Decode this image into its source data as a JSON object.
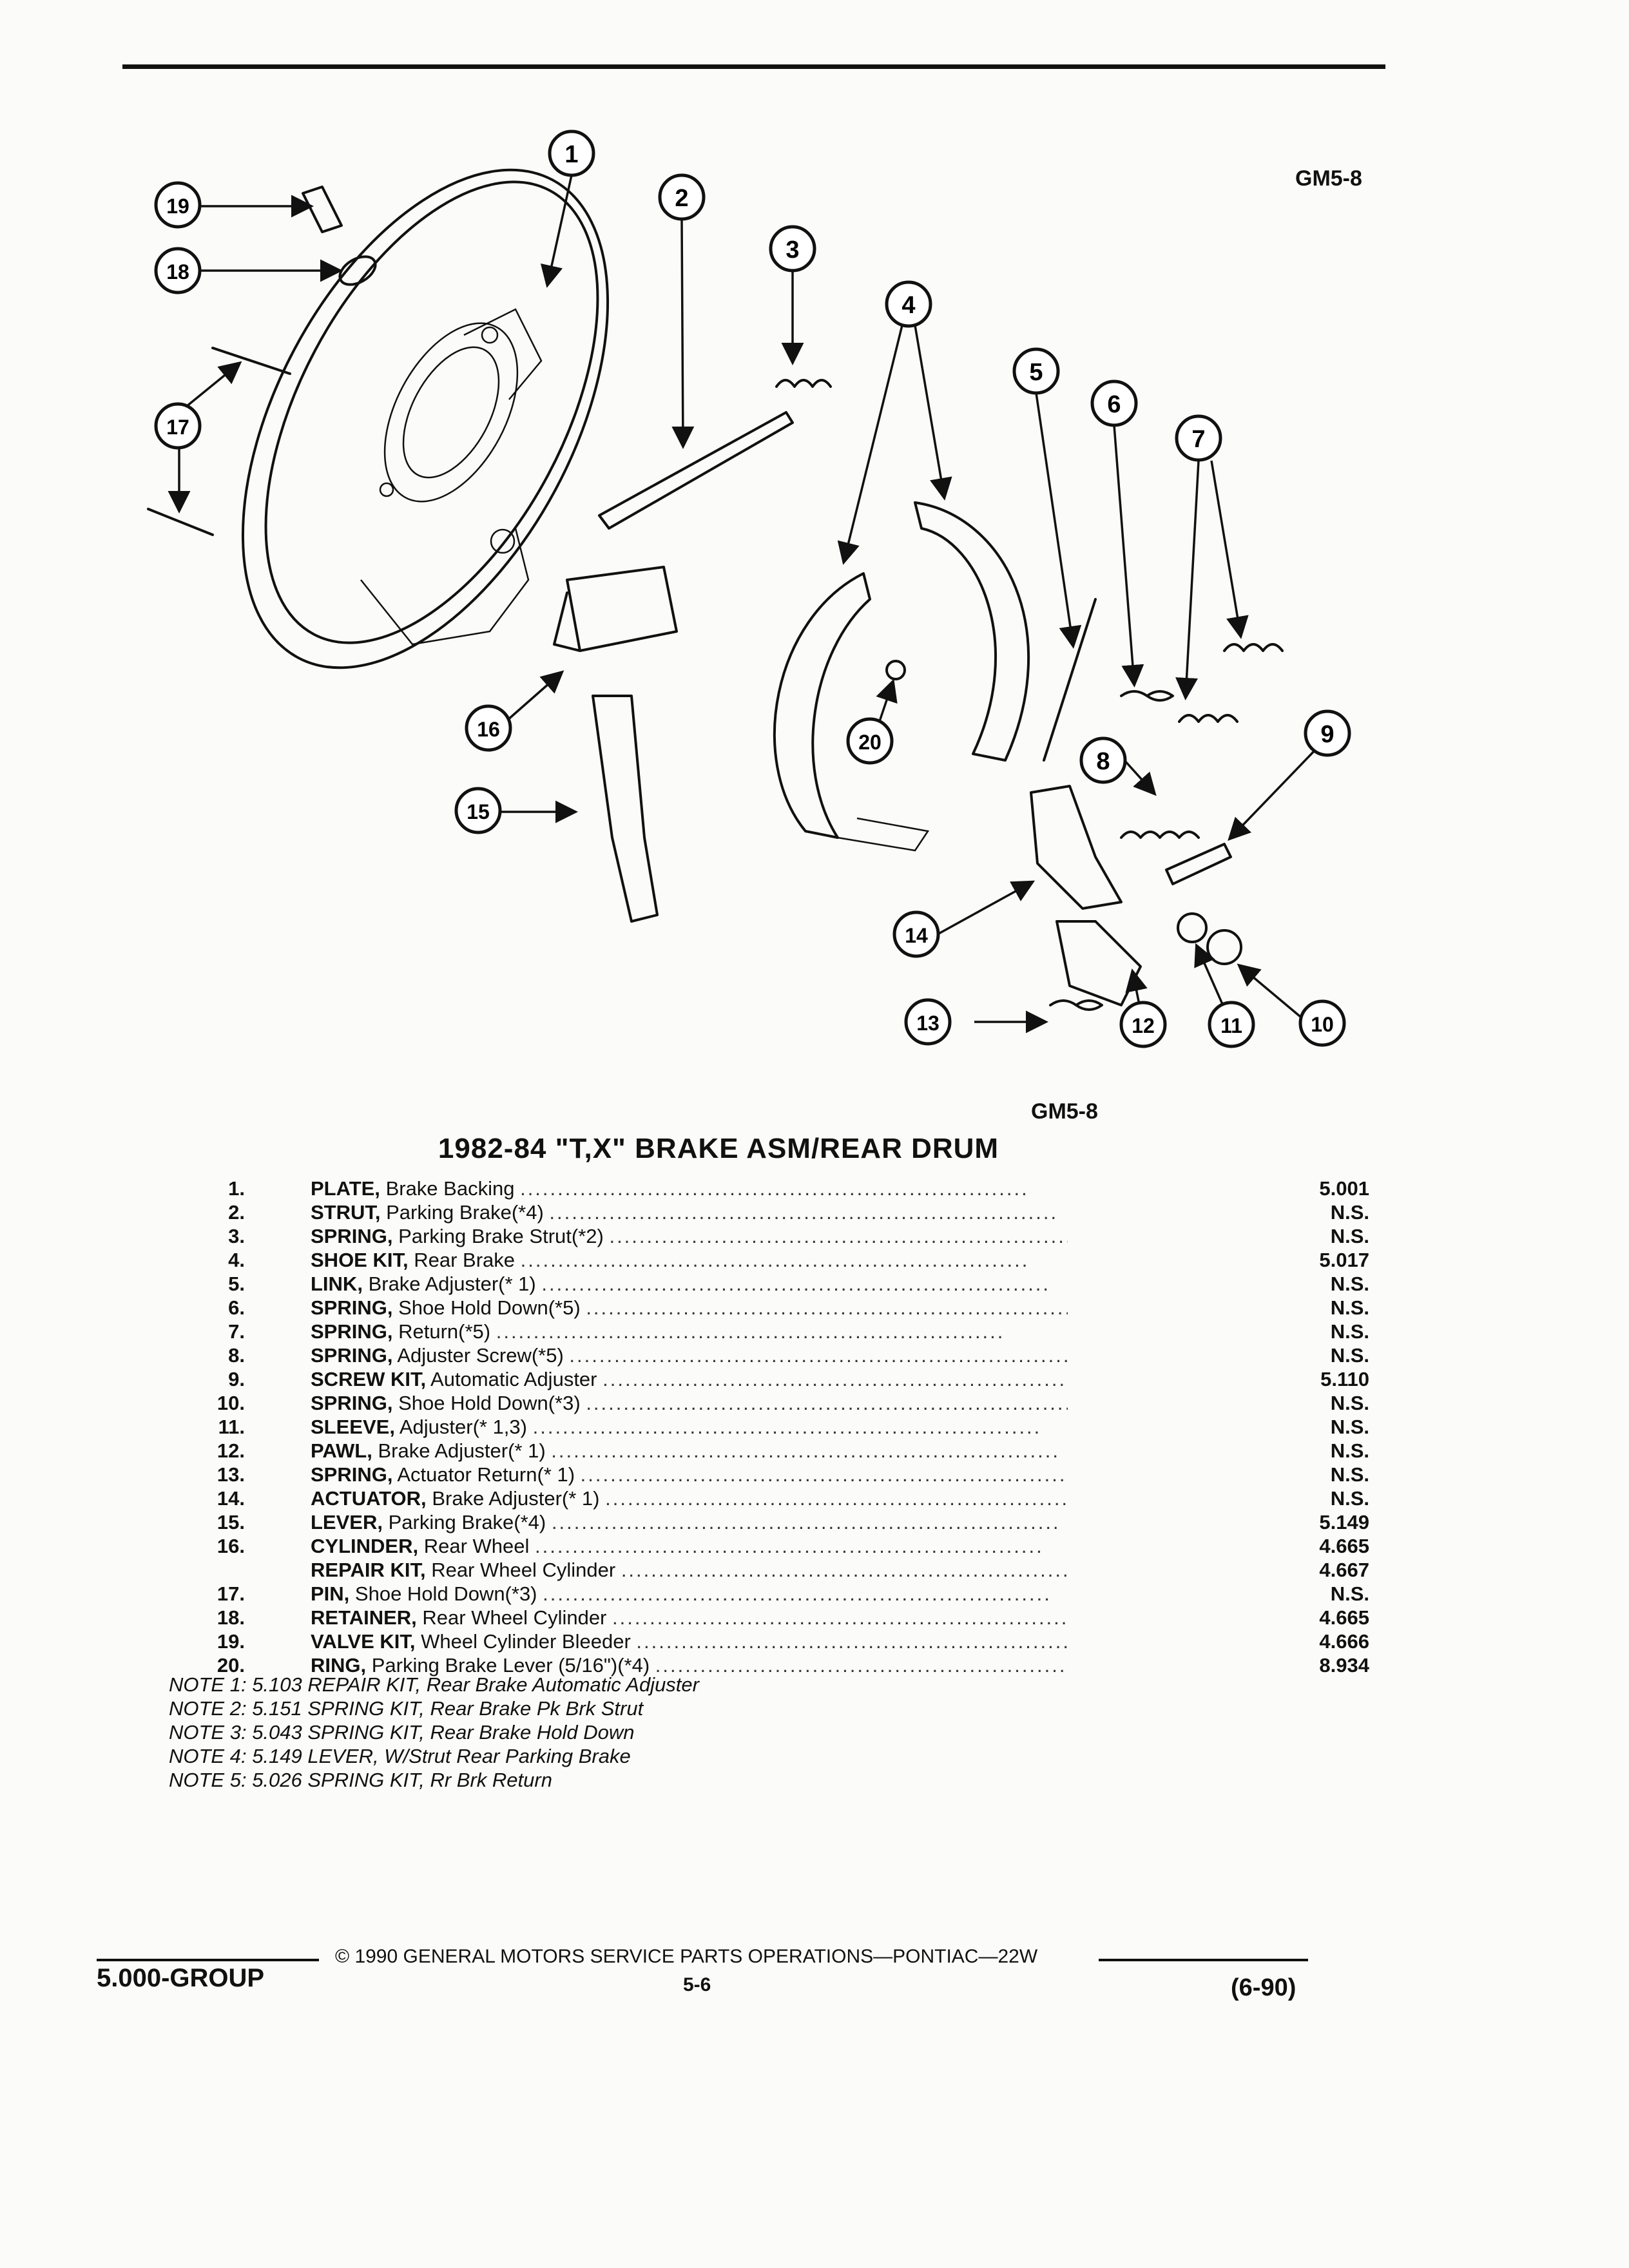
{
  "header": {
    "diagram_code_top": "GM5-8",
    "diagram_code_bottom": "GM5-8"
  },
  "callouts": [
    "1",
    "2",
    "3",
    "4",
    "5",
    "6",
    "7",
    "8",
    "9",
    "10",
    "11",
    "12",
    "13",
    "14",
    "15",
    "16",
    "17",
    "18",
    "19",
    "20"
  ],
  "title": "1982-84 \"T,X\" BRAKE ASM/REAR DRUM",
  "parts": [
    {
      "num": "1.",
      "name": "PLATE,",
      "desc": "Brake Backing",
      "ref": "5.001"
    },
    {
      "num": "2.",
      "name": "STRUT,",
      "desc": "Parking Brake(*4)",
      "ref": "N.S."
    },
    {
      "num": "3.",
      "name": "SPRING,",
      "desc": "Parking Brake Strut(*2)",
      "ref": "N.S."
    },
    {
      "num": "4.",
      "name": "SHOE KIT,",
      "desc": "Rear Brake",
      "ref": "5.017"
    },
    {
      "num": "5.",
      "name": "LINK,",
      "desc": "Brake Adjuster(* 1)",
      "ref": "N.S."
    },
    {
      "num": "6.",
      "name": "SPRING,",
      "desc": "Shoe Hold Down(*5)",
      "ref": "N.S."
    },
    {
      "num": "7.",
      "name": "SPRING,",
      "desc": "Return(*5)",
      "ref": "N.S."
    },
    {
      "num": "8.",
      "name": "SPRING,",
      "desc": "Adjuster Screw(*5)",
      "ref": "N.S."
    },
    {
      "num": "9.",
      "name": "SCREW KIT,",
      "desc": "Automatic Adjuster",
      "ref": "5.110"
    },
    {
      "num": "10.",
      "name": "SPRING,",
      "desc": "Shoe Hold Down(*3)",
      "ref": "N.S."
    },
    {
      "num": "11.",
      "name": "SLEEVE,",
      "desc": "Adjuster(* 1,3)",
      "ref": "N.S."
    },
    {
      "num": "12.",
      "name": "PAWL,",
      "desc": "Brake Adjuster(* 1)",
      "ref": "N.S."
    },
    {
      "num": "13.",
      "name": "SPRING,",
      "desc": "Actuator Return(* 1)",
      "ref": "N.S."
    },
    {
      "num": "14.",
      "name": "ACTUATOR,",
      "desc": "Brake Adjuster(* 1)",
      "ref": "N.S."
    },
    {
      "num": "15.",
      "name": "LEVER,",
      "desc": "Parking Brake(*4)",
      "ref": "5.149"
    },
    {
      "num": "16.",
      "name": "CYLINDER,",
      "desc": "Rear Wheel",
      "ref": "4.665"
    },
    {
      "num": "",
      "name": "REPAIR KIT,",
      "desc": "Rear Wheel Cylinder",
      "ref": "4.667"
    },
    {
      "num": "17.",
      "name": "PIN,",
      "desc": "Shoe Hold Down(*3)",
      "ref": "N.S."
    },
    {
      "num": "18.",
      "name": "RETAINER,",
      "desc": "Rear Wheel Cylinder",
      "ref": "4.665"
    },
    {
      "num": "19.",
      "name": "VALVE KIT,",
      "desc": "Wheel Cylinder Bleeder",
      "ref": "4.666"
    },
    {
      "num": "20.",
      "name": "RING,",
      "desc": "Parking Brake Lever (5/16\")(*4)",
      "ref": "8.934"
    }
  ],
  "notes": [
    "NOTE 1: 5.103 REPAIR KIT, Rear Brake Automatic Adjuster",
    "NOTE 2: 5.151 SPRING KIT, Rear Brake Pk Brk Strut",
    "NOTE 3: 5.043 SPRING KIT, Rear Brake Hold Down",
    "NOTE 4: 5.149 LEVER, W/Strut Rear Parking Brake",
    "NOTE 5: 5.026 SPRING KIT, Rr Brk Return"
  ],
  "footer": {
    "group": "5.000-GROUP",
    "copyright": "© 1990 GENERAL MOTORS SERVICE PARTS OPERATIONS—PONTIAC—22W",
    "page": "5-6",
    "date": "(6-90)"
  }
}
